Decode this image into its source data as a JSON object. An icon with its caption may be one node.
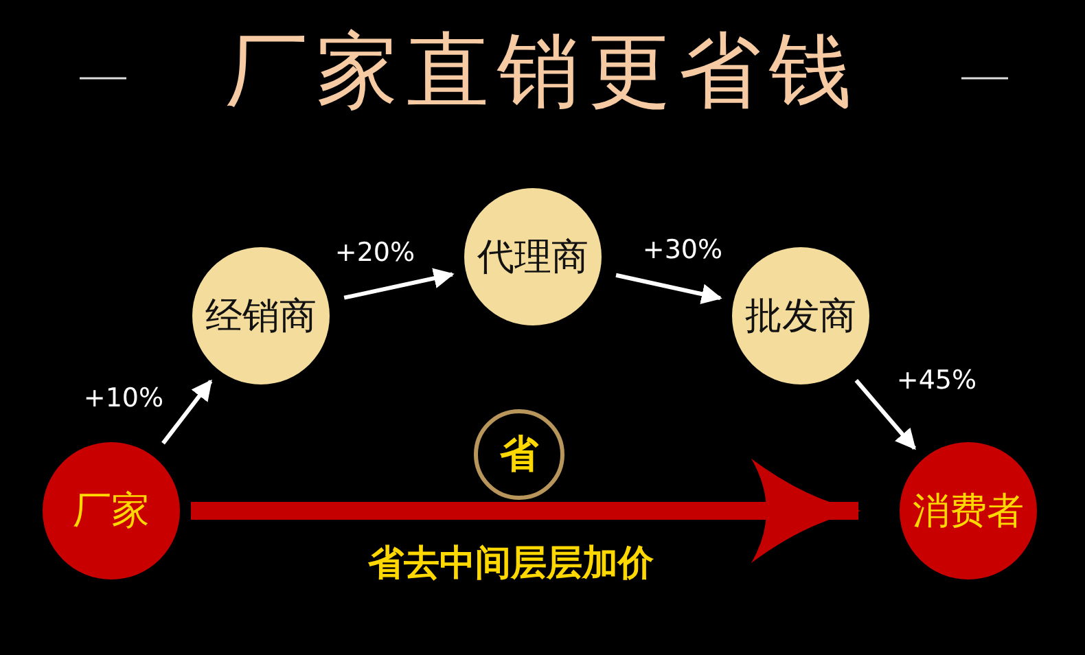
{
  "diagram": {
    "title": "厂家直销更省钱",
    "nodes": [
      {
        "text": [
          "厂家"
        ]
      },
      {
        "text": [
          "经销商"
        ]
      },
      {
        "text": [
          "代理商"
        ]
      },
      {
        "text": [
          "批发商"
        ]
      },
      {
        "text": [
          "消费者"
        ]
      },
      {
        "text": [
          "省"
        ]
      }
    ],
    "edges": [
      {
        "from": 0,
        "to": 1,
        "arrow": "to",
        "label": "+10%"
      },
      {
        "from": 1,
        "to": 2,
        "arrow": "to",
        "label": "+20%"
      },
      {
        "from": 2,
        "to": 3,
        "arrow": "to",
        "label": "+30%"
      },
      {
        "from": 3,
        "to": 4,
        "arrow": "to",
        "label": "+45%"
      },
      {
        "from": 0,
        "to": 4,
        "arrow": "to",
        "label": "省去中间层层加价",
        "style": "thick",
        "color": "#c40000"
      }
    ]
  }
}
